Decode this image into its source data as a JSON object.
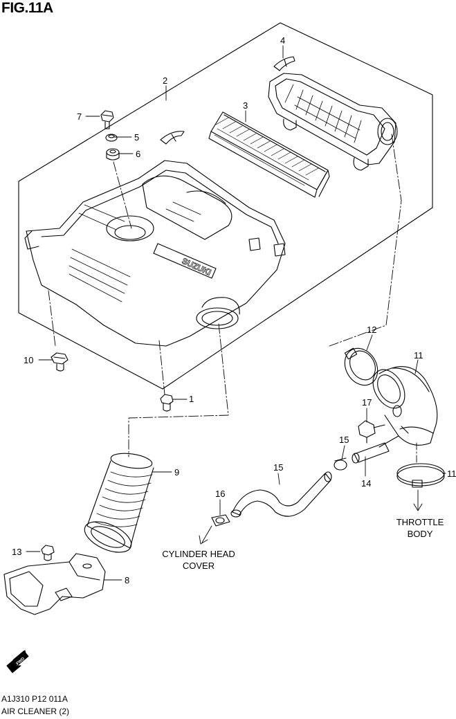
{
  "figure": {
    "title": "FIG.11A",
    "code": "A1J310 P12 011A",
    "name": "AIR CLEANER (2)"
  },
  "callouts": {
    "c1": "1",
    "c2": "2",
    "c3": "3",
    "c4": "4",
    "c5": "5",
    "c6": "6",
    "c7": "7",
    "c8": "8",
    "c9": "9",
    "c10": "10",
    "c11a": "11",
    "c11b": "11",
    "c12": "12",
    "c13": "13",
    "c14": "14",
    "c15a": "15",
    "c15b": "15",
    "c16": "16",
    "c17": "17"
  },
  "destinations": {
    "cylinder_head_line1": "CYLINDER HEAD",
    "cylinder_head_line2": "COVER",
    "throttle_line1": "THROTTLE",
    "throttle_line2": "BODY"
  },
  "brand_mark": "SUZUKI",
  "fwd_label": "FWD"
}
